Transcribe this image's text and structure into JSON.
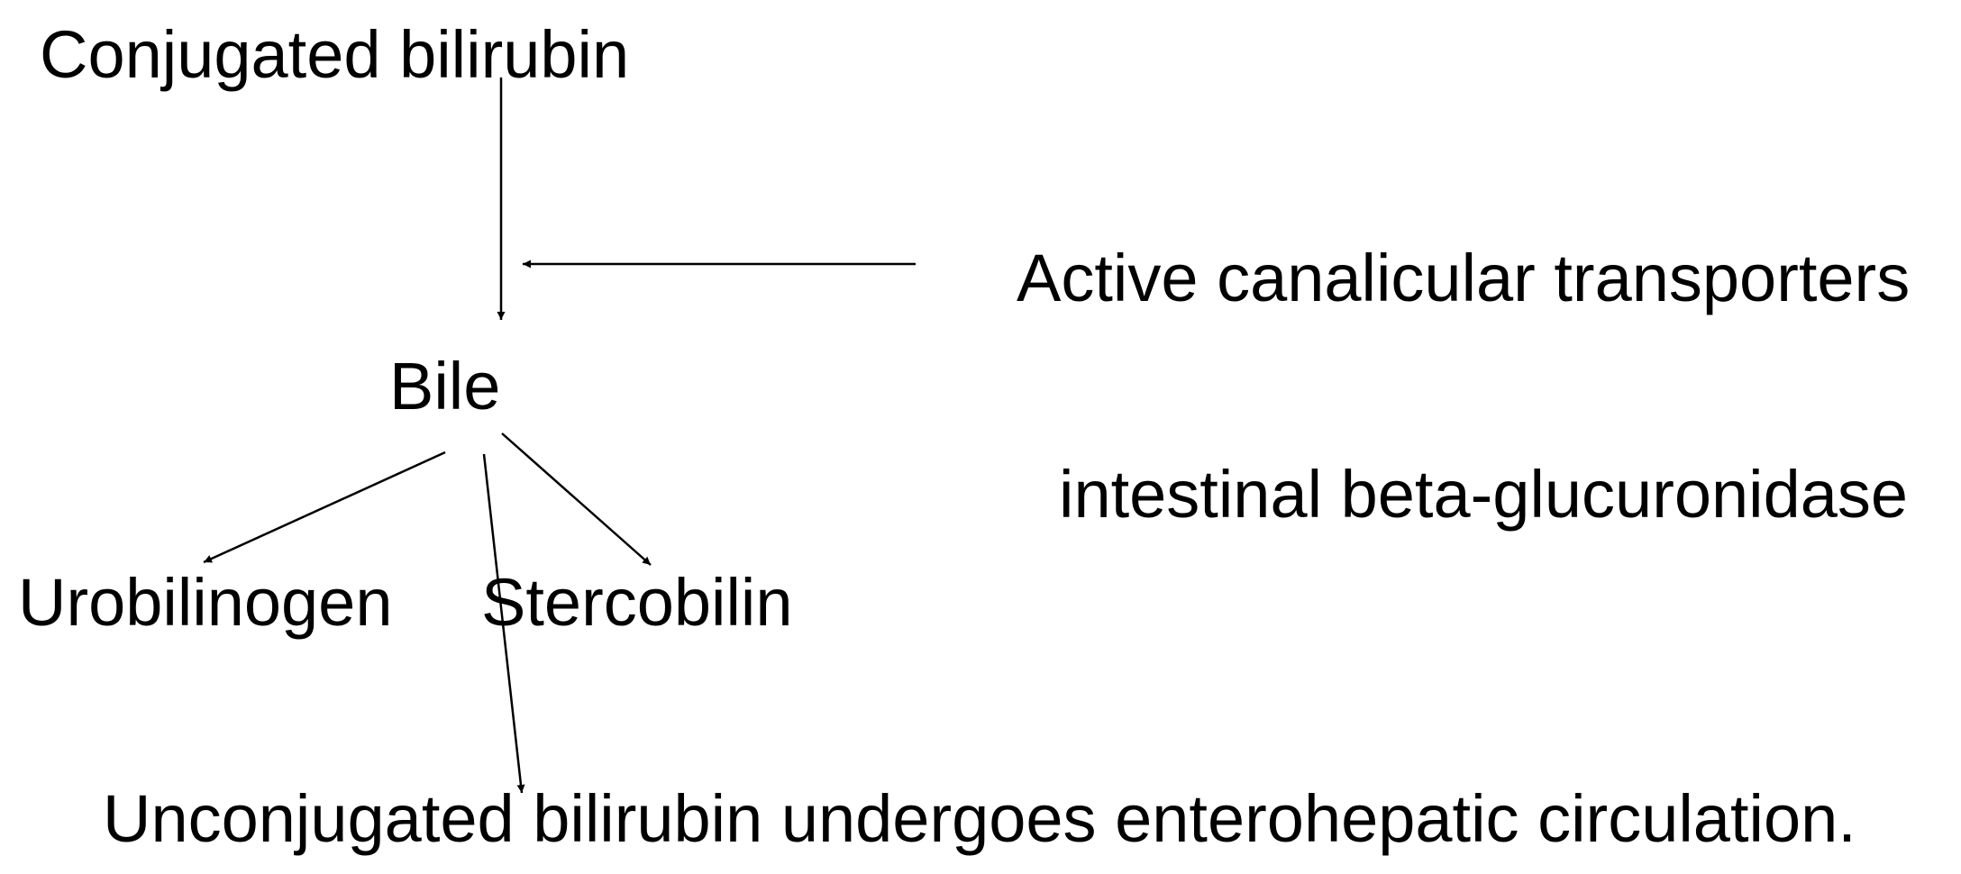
{
  "diagram": {
    "nodes": {
      "conjugated_bilirubin": "Conjugated bilirubin",
      "active_transporters": "Active canalicular transporters",
      "bile": "Bile",
      "intestinal_enzyme": "intestinal beta-glucuronidase",
      "urobilinogen": "Urobilinogen",
      "stercobilin": "Stercobilin",
      "unconjugated_bilirubin": "Unconjugated bilirubin undergoes enterohepatic circulation."
    },
    "edges": [
      {
        "from": "conjugated_bilirubin",
        "to": "bile"
      },
      {
        "from": "active_transporters",
        "to": "conjugated_bilirubin-bile-arrow"
      },
      {
        "from": "bile",
        "to": "urobilinogen"
      },
      {
        "from": "bile",
        "to": "stercobilin"
      },
      {
        "from": "bile",
        "to": "unconjugated_bilirubin"
      }
    ],
    "line_color": "#000000"
  }
}
